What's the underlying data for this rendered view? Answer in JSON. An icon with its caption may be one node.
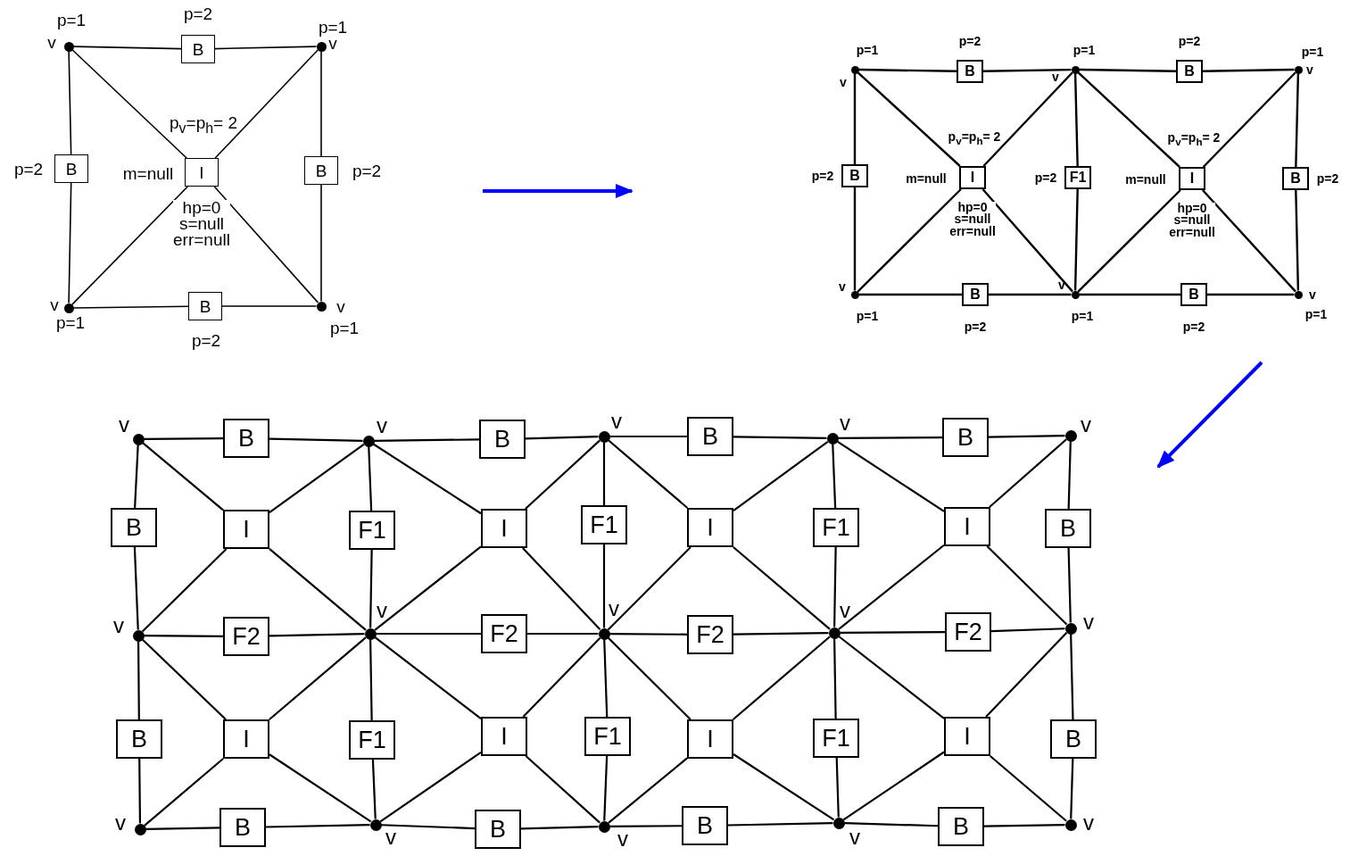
{
  "diagram": {
    "nodes": [
      {
        "text": [],
        "shape": "circle",
        "beside": [
          "p=1",
          "v"
        ]
      },
      {
        "text": [
          "B"
        ],
        "beside": [
          "p=2"
        ]
      },
      {
        "text": [],
        "shape": "circle",
        "beside": [
          "p=1",
          "v"
        ]
      },
      {
        "text": [
          "B"
        ],
        "beside": [
          "p=2"
        ]
      },
      {
        "text": [
          "I"
        ],
        "beside": [
          "p$_{v}$=p$_{h}$= 2",
          "m=null",
          "hp=0 s=null err=null"
        ]
      },
      {
        "text": [
          "B"
        ],
        "beside": [
          "p=2"
        ]
      },
      {
        "text": [],
        "shape": "circle",
        "beside": [
          "v",
          "p=1"
        ]
      },
      {
        "text": [
          "B"
        ],
        "beside": [
          "p=2"
        ]
      },
      {
        "text": [],
        "shape": "circle",
        "beside": [
          "v",
          "p=1"
        ]
      },
      {
        "text": [],
        "shape": "circle",
        "beside": [
          "p=1",
          "v"
        ]
      },
      {
        "text": [
          "B"
        ],
        "beside": [
          "p=2"
        ]
      },
      {
        "text": [],
        "shape": "circle",
        "beside": [
          "p=1",
          "v"
        ]
      },
      {
        "text": [
          "B"
        ],
        "beside": [
          "p=2"
        ]
      },
      {
        "text": [],
        "shape": "circle",
        "beside": [
          "p=1",
          "v"
        ]
      },
      {
        "text": [
          "B"
        ],
        "beside": [
          "p=2"
        ]
      },
      {
        "text": [
          "I"
        ],
        "beside": [
          "p$_{v}$=p$_{h}$= 2",
          "m=null",
          "hp=0 s=null err=null"
        ]
      },
      {
        "text": [
          "F1"
        ],
        "beside": [
          "p=2"
        ]
      },
      {
        "text": [
          "I"
        ],
        "beside": [
          "p$_{v}$=p$_{h}$= 2",
          "m=null",
          "hp=0 s=null err=null"
        ]
      },
      {
        "text": [
          "B"
        ],
        "beside": [
          "p=2"
        ]
      },
      {
        "text": [],
        "shape": "circle",
        "beside": [
          "v",
          "p=1"
        ]
      },
      {
        "text": [
          "B"
        ],
        "beside": [
          "p=2"
        ]
      },
      {
        "text": [],
        "shape": "circle",
        "beside": [
          "v",
          "p=1"
        ]
      },
      {
        "text": [
          "B"
        ],
        "beside": [
          "p=2"
        ]
      },
      {
        "text": [],
        "shape": "circle",
        "beside": [
          "v",
          "p=1"
        ]
      },
      {
        "text": [],
        "shape": "circle",
        "beside": [
          "v"
        ]
      },
      {
        "text": [
          "B"
        ]
      },
      {
        "text": [],
        "shape": "circle",
        "beside": [
          "v"
        ]
      },
      {
        "text": [
          "B"
        ]
      },
      {
        "text": [],
        "shape": "circle",
        "beside": [
          "v"
        ]
      },
      {
        "text": [
          "B"
        ]
      },
      {
        "text": [],
        "shape": "circle",
        "beside": [
          "v"
        ]
      },
      {
        "text": [
          "B"
        ]
      },
      {
        "text": [],
        "shape": "circle",
        "beside": [
          "v"
        ]
      },
      {
        "text": [
          "B"
        ]
      },
      {
        "text": [
          "I"
        ]
      },
      {
        "text": [
          "F1"
        ]
      },
      {
        "text": [
          "I"
        ]
      },
      {
        "text": [
          "F1"
        ]
      },
      {
        "text": [
          "I"
        ]
      },
      {
        "text": [
          "F1"
        ]
      },
      {
        "text": [
          "I"
        ]
      },
      {
        "text": [
          "B"
        ]
      },
      {
        "text": [],
        "shape": "circle",
        "beside": [
          "v"
        ]
      },
      {
        "text": [
          "F2"
        ]
      },
      {
        "text": [],
        "shape": "circle",
        "beside": [
          "v"
        ]
      },
      {
        "text": [
          "F2"
        ]
      },
      {
        "text": [],
        "shape": "circle",
        "beside": [
          "v"
        ]
      },
      {
        "text": [
          "F2"
        ]
      },
      {
        "text": [],
        "shape": "circle",
        "beside": [
          "v"
        ]
      },
      {
        "text": [
          "F2"
        ]
      },
      {
        "text": [],
        "shape": "circle",
        "beside": [
          "v"
        ]
      },
      {
        "text": [
          "B"
        ]
      },
      {
        "text": [
          "I"
        ]
      },
      {
        "text": [
          "F1"
        ]
      },
      {
        "text": [
          "I"
        ]
      },
      {
        "text": [
          "F1"
        ]
      },
      {
        "text": [
          "I"
        ]
      },
      {
        "text": [
          "F1"
        ]
      },
      {
        "text": [
          "I"
        ]
      },
      {
        "text": [
          "B"
        ]
      },
      {
        "text": [],
        "shape": "circle",
        "beside": [
          "v"
        ]
      },
      {
        "text": [
          "B"
        ]
      },
      {
        "text": [],
        "shape": "circle",
        "beside": [
          "v"
        ]
      },
      {
        "text": [
          "B"
        ]
      },
      {
        "text": [],
        "shape": "circle",
        "beside": [
          "v"
        ]
      },
      {
        "text": [
          "B"
        ]
      },
      {
        "text": [],
        "shape": "circle",
        "beside": [
          "v"
        ]
      },
      {
        "text": [
          "B"
        ]
      },
      {
        "text": [],
        "shape": "circle",
        "beside": [
          "v"
        ]
      }
    ],
    "edges": [
      {
        "from": 0,
        "to": 1,
        "arrow": "none"
      },
      {
        "from": 1,
        "to": 2,
        "arrow": "none"
      },
      {
        "from": 0,
        "to": 3,
        "arrow": "none"
      },
      {
        "from": 3,
        "to": 6,
        "arrow": "none"
      },
      {
        "from": 2,
        "to": 5,
        "arrow": "none"
      },
      {
        "from": 5,
        "to": 8,
        "arrow": "none"
      },
      {
        "from": 6,
        "to": 7,
        "arrow": "none"
      },
      {
        "from": 7,
        "to": 8,
        "arrow": "none"
      },
      {
        "from": 0,
        "to": 4,
        "arrow": "none"
      },
      {
        "from": 2,
        "to": 4,
        "arrow": "none"
      },
      {
        "from": 4,
        "to": 6,
        "arrow": "none"
      },
      {
        "from": 4,
        "to": 8,
        "arrow": "none"
      },
      {
        "from": 9,
        "to": 10,
        "arrow": "none"
      },
      {
        "from": 10,
        "to": 11,
        "arrow": "none"
      },
      {
        "from": 11,
        "to": 12,
        "arrow": "none"
      },
      {
        "from": 12,
        "to": 13,
        "arrow": "none"
      },
      {
        "from": 19,
        "to": 20,
        "arrow": "none"
      },
      {
        "from": 20,
        "to": 21,
        "arrow": "none"
      },
      {
        "from": 21,
        "to": 22,
        "arrow": "none"
      },
      {
        "from": 22,
        "to": 23,
        "arrow": "none"
      },
      {
        "from": 9,
        "to": 14,
        "arrow": "none"
      },
      {
        "from": 14,
        "to": 19,
        "arrow": "none"
      },
      {
        "from": 11,
        "to": 16,
        "arrow": "none"
      },
      {
        "from": 16,
        "to": 21,
        "arrow": "none"
      },
      {
        "from": 13,
        "to": 18,
        "arrow": "none"
      },
      {
        "from": 18,
        "to": 23,
        "arrow": "none"
      },
      {
        "from": 9,
        "to": 15,
        "arrow": "none"
      },
      {
        "from": 11,
        "to": 15,
        "arrow": "none"
      },
      {
        "from": 15,
        "to": 19,
        "arrow": "none"
      },
      {
        "from": 15,
        "to": 21,
        "arrow": "none"
      },
      {
        "from": 11,
        "to": 17,
        "arrow": "none"
      },
      {
        "from": 13,
        "to": 17,
        "arrow": "none"
      },
      {
        "from": 17,
        "to": 21,
        "arrow": "none"
      },
      {
        "from": 17,
        "to": 23,
        "arrow": "none"
      },
      {
        "from": 24,
        "to": 25,
        "arrow": "none"
      },
      {
        "from": 25,
        "to": 26,
        "arrow": "none"
      },
      {
        "from": 26,
        "to": 27,
        "arrow": "none"
      },
      {
        "from": 27,
        "to": 28,
        "arrow": "none"
      },
      {
        "from": 28,
        "to": 29,
        "arrow": "none"
      },
      {
        "from": 29,
        "to": 30,
        "arrow": "none"
      },
      {
        "from": 30,
        "to": 31,
        "arrow": "none"
      },
      {
        "from": 31,
        "to": 32,
        "arrow": "none"
      },
      {
        "from": 42,
        "to": 43,
        "arrow": "none"
      },
      {
        "from": 43,
        "to": 44,
        "arrow": "none"
      },
      {
        "from": 44,
        "to": 45,
        "arrow": "none"
      },
      {
        "from": 45,
        "to": 46,
        "arrow": "none"
      },
      {
        "from": 46,
        "to": 47,
        "arrow": "none"
      },
      {
        "from": 47,
        "to": 48,
        "arrow": "none"
      },
      {
        "from": 48,
        "to": 49,
        "arrow": "none"
      },
      {
        "from": 49,
        "to": 50,
        "arrow": "none"
      },
      {
        "from": 60,
        "to": 61,
        "arrow": "none"
      },
      {
        "from": 61,
        "to": 62,
        "arrow": "none"
      },
      {
        "from": 62,
        "to": 63,
        "arrow": "none"
      },
      {
        "from": 63,
        "to": 64,
        "arrow": "none"
      },
      {
        "from": 64,
        "to": 65,
        "arrow": "none"
      },
      {
        "from": 65,
        "to": 66,
        "arrow": "none"
      },
      {
        "from": 66,
        "to": 67,
        "arrow": "none"
      },
      {
        "from": 67,
        "to": 68,
        "arrow": "none"
      },
      {
        "from": 24,
        "to": 33,
        "arrow": "none"
      },
      {
        "from": 33,
        "to": 42,
        "arrow": "none"
      },
      {
        "from": 26,
        "to": 35,
        "arrow": "none"
      },
      {
        "from": 35,
        "to": 44,
        "arrow": "none"
      },
      {
        "from": 28,
        "to": 37,
        "arrow": "none"
      },
      {
        "from": 37,
        "to": 46,
        "arrow": "none"
      },
      {
        "from": 30,
        "to": 39,
        "arrow": "none"
      },
      {
        "from": 39,
        "to": 48,
        "arrow": "none"
      },
      {
        "from": 32,
        "to": 41,
        "arrow": "none"
      },
      {
        "from": 41,
        "to": 50,
        "arrow": "none"
      },
      {
        "from": 42,
        "to": 51,
        "arrow": "none"
      },
      {
        "from": 51,
        "to": 60,
        "arrow": "none"
      },
      {
        "from": 44,
        "to": 53,
        "arrow": "none"
      },
      {
        "from": 53,
        "to": 62,
        "arrow": "none"
      },
      {
        "from": 46,
        "to": 55,
        "arrow": "none"
      },
      {
        "from": 55,
        "to": 64,
        "arrow": "none"
      },
      {
        "from": 48,
        "to": 57,
        "arrow": "none"
      },
      {
        "from": 57,
        "to": 66,
        "arrow": "none"
      },
      {
        "from": 50,
        "to": 59,
        "arrow": "none"
      },
      {
        "from": 59,
        "to": 68,
        "arrow": "none"
      },
      {
        "from": 24,
        "to": 34,
        "arrow": "none"
      },
      {
        "from": 26,
        "to": 34,
        "arrow": "none"
      },
      {
        "from": 34,
        "to": 42,
        "arrow": "none"
      },
      {
        "from": 34,
        "to": 44,
        "arrow": "none"
      },
      {
        "from": 26,
        "to": 36,
        "arrow": "none"
      },
      {
        "from": 28,
        "to": 36,
        "arrow": "none"
      },
      {
        "from": 36,
        "to": 44,
        "arrow": "none"
      },
      {
        "from": 36,
        "to": 46,
        "arrow": "none"
      },
      {
        "from": 28,
        "to": 38,
        "arrow": "none"
      },
      {
        "from": 30,
        "to": 38,
        "arrow": "none"
      },
      {
        "from": 38,
        "to": 46,
        "arrow": "none"
      },
      {
        "from": 38,
        "to": 48,
        "arrow": "none"
      },
      {
        "from": 30,
        "to": 40,
        "arrow": "none"
      },
      {
        "from": 32,
        "to": 40,
        "arrow": "none"
      },
      {
        "from": 40,
        "to": 48,
        "arrow": "none"
      },
      {
        "from": 40,
        "to": 50,
        "arrow": "none"
      },
      {
        "from": 42,
        "to": 52,
        "arrow": "none"
      },
      {
        "from": 44,
        "to": 52,
        "arrow": "none"
      },
      {
        "from": 52,
        "to": 60,
        "arrow": "none"
      },
      {
        "from": 52,
        "to": 62,
        "arrow": "none"
      },
      {
        "from": 44,
        "to": 54,
        "arrow": "none"
      },
      {
        "from": 46,
        "to": 54,
        "arrow": "none"
      },
      {
        "from": 54,
        "to": 62,
        "arrow": "none"
      },
      {
        "from": 54,
        "to": 64,
        "arrow": "none"
      },
      {
        "from": 46,
        "to": 56,
        "arrow": "none"
      },
      {
        "from": 48,
        "to": 56,
        "arrow": "none"
      },
      {
        "from": 56,
        "to": 64,
        "arrow": "none"
      },
      {
        "from": 56,
        "to": 66,
        "arrow": "none"
      },
      {
        "from": 48,
        "to": 58,
        "arrow": "none"
      },
      {
        "from": 50,
        "to": 58,
        "arrow": "none"
      },
      {
        "from": 58,
        "to": 66,
        "arrow": "none"
      },
      {
        "from": 58,
        "to": 68,
        "arrow": "none"
      }
    ]
  }
}
